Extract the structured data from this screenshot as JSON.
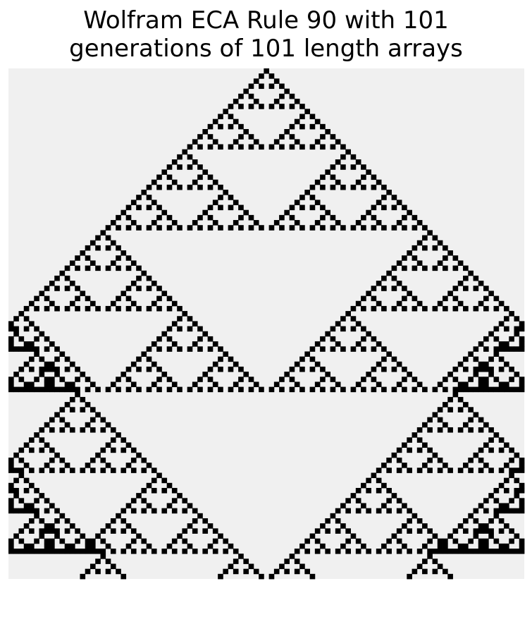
{
  "chart_data": {
    "type": "heatmap",
    "title_lines": [
      "Wolfram ECA Rule 90 with 101",
      "generations of 101 length arrays"
    ],
    "rule": 90,
    "generations": 101,
    "width": 101,
    "initial_state": "single live cell at center (index 50)",
    "boundary": "periodic",
    "colors": {
      "dead": "#f0f0f0",
      "alive": "#000000"
    },
    "axes_visible": false,
    "grid": false
  }
}
